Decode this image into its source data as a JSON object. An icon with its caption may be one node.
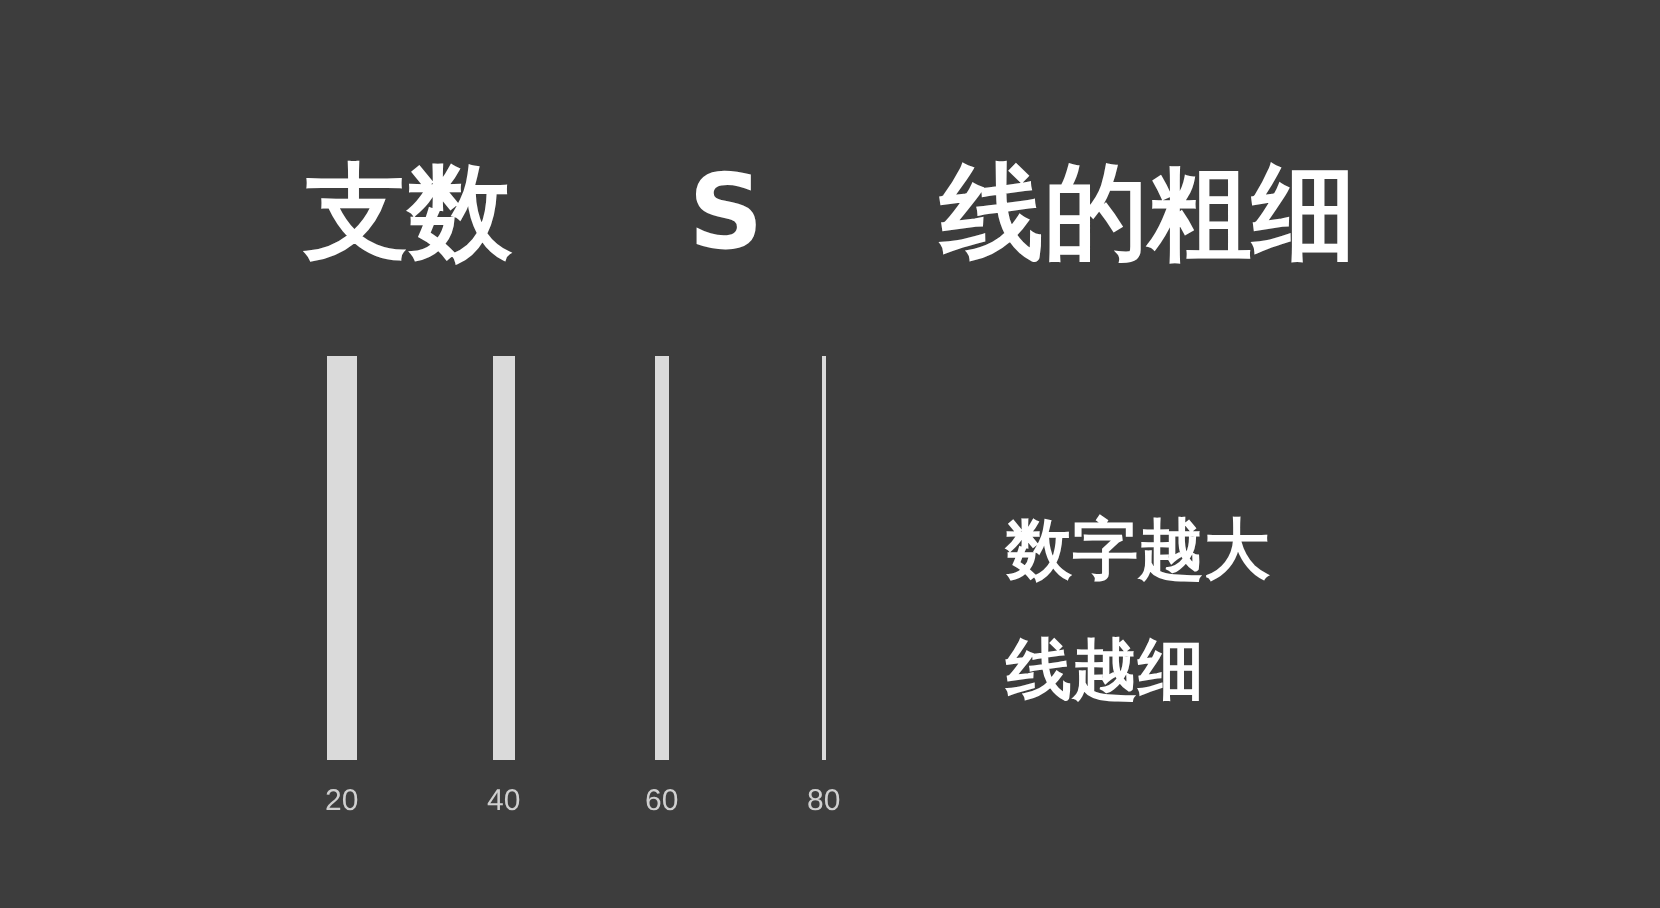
{
  "diagram": {
    "title": "支数 S 线的粗细",
    "nodes": [
      {
        "text": [],
        "shape": "bar",
        "beside": [
          "20"
        ]
      },
      {
        "text": [],
        "shape": "bar",
        "beside": [
          "40"
        ]
      },
      {
        "text": [],
        "shape": "bar",
        "beside": [
          "60"
        ]
      },
      {
        "text": [],
        "shape": "bar",
        "beside": [
          "80"
        ]
      }
    ],
    "labels": [
      "数字越大线越细"
    ]
  }
}
